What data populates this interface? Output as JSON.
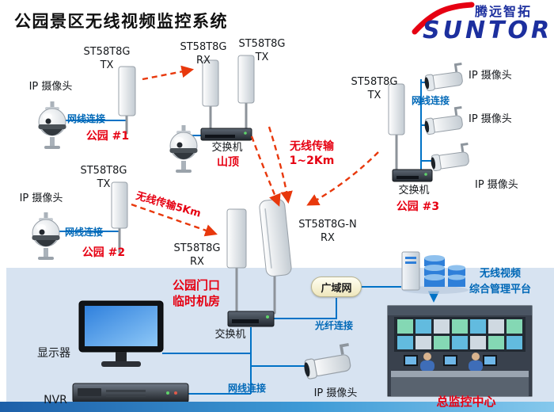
{
  "page": {
    "title": "公园景区无线视频监控系统"
  },
  "logo": {
    "brand": "SUNTOR",
    "brand_cn": "腾远智拓"
  },
  "site1": {
    "bridge": "ST58T8G\nTX",
    "camera": "IP 摄像头",
    "cable": "网线连接",
    "name": "公园 #1"
  },
  "hilltop": {
    "rx": "ST58T8G\nRX",
    "tx": "ST58T8G\nTX",
    "switch": "交换机",
    "name": "山顶",
    "wireless": "无线传输\n1~2Km"
  },
  "site2": {
    "bridge": "ST58T8G\nTX",
    "camera": "IP 摄像头",
    "cable": "网线连接",
    "name": "公园 #2",
    "wireless": "无线传输5Km"
  },
  "site3": {
    "bridge": "ST58T8G\nTX",
    "cable": "网线连接",
    "camera1": "IP 摄像头",
    "camera2": "IP 摄像头",
    "camera3": "IP 摄像头",
    "switch": "交换机",
    "name": "公园 #3"
  },
  "center": {
    "rx": "ST58T8G\nRX",
    "rx_n": "ST58T8G-N\nRX"
  },
  "room": {
    "name": "公园门口\n临时机房",
    "switch": "交换机",
    "wan": "广域网",
    "fiber": "光纤连接",
    "cable": "网线连接",
    "monitor": "显示器",
    "nvr": "NVR",
    "camera": "IP 摄像头"
  },
  "platform": {
    "name": "无线视频\n综合管理平台"
  },
  "control_center": {
    "name": "总监控中心"
  }
}
